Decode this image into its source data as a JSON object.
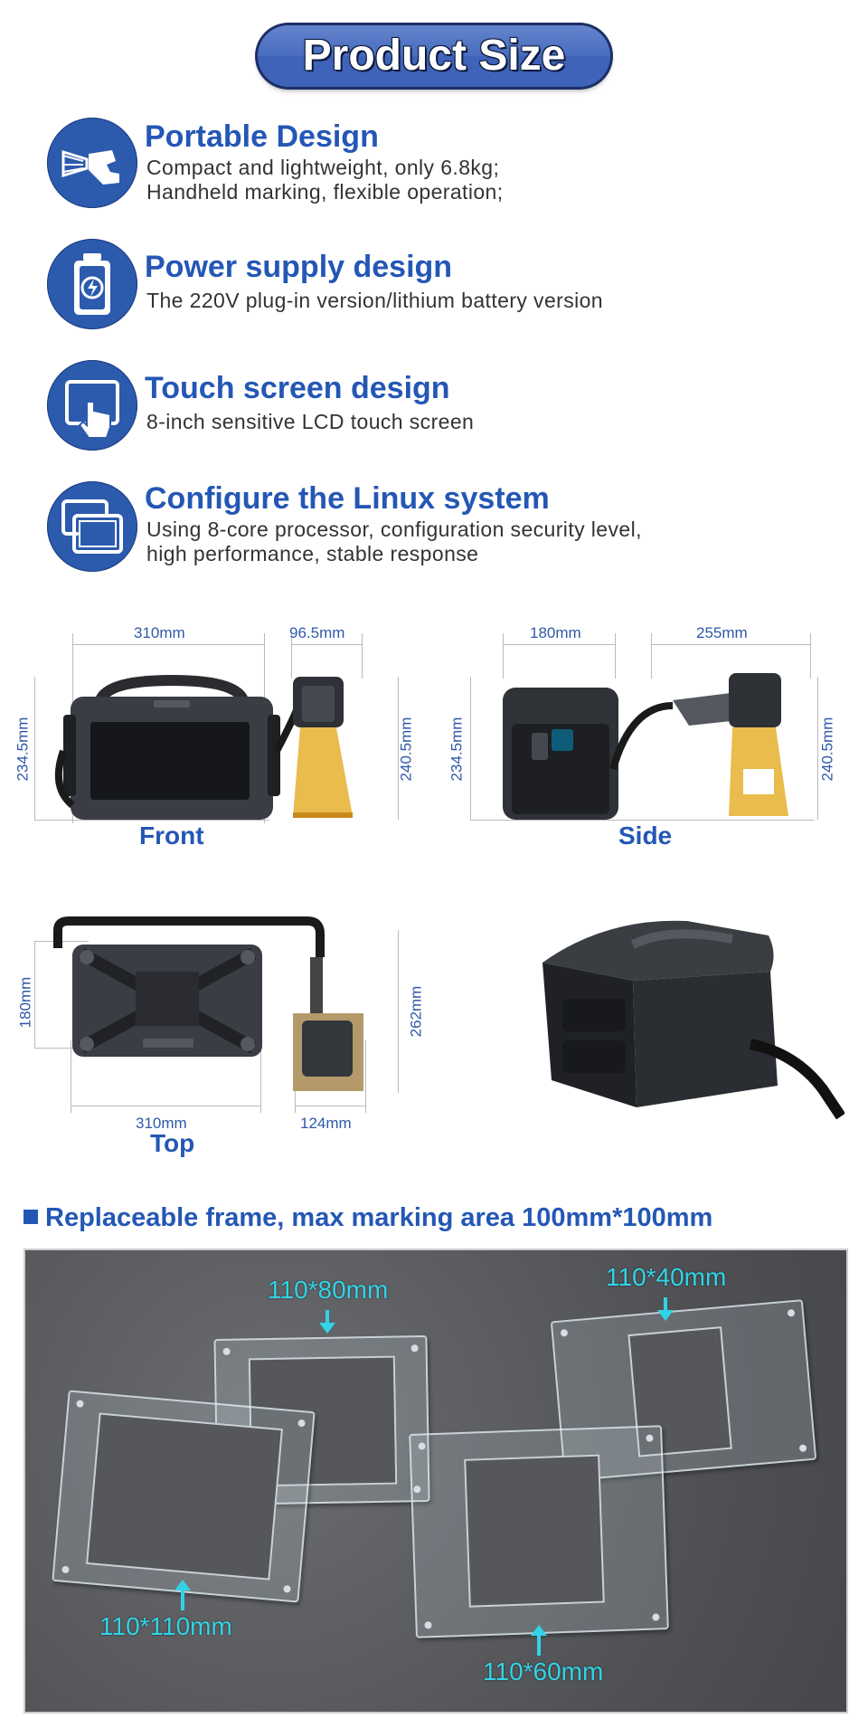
{
  "header": {
    "title": "Product Size"
  },
  "features": [
    {
      "icon": "handheld-marking-icon",
      "title": "Portable Design",
      "lines": [
        "Compact and lightweight, only 6.8kg;",
        "Handheld marking, flexible operation;"
      ]
    },
    {
      "icon": "battery-charge-icon",
      "title": "Power supply design",
      "lines": [
        "The 220V plug-in version/lithium battery version"
      ]
    },
    {
      "icon": "touch-screen-icon",
      "title": "Touch screen design",
      "lines": [
        "8-inch sensitive LCD touch screen"
      ]
    },
    {
      "icon": "tablet-system-icon",
      "title": "Configure the Linux system",
      "lines": [
        "Using 8-core processor, configuration security level,",
        "high performance, stable response"
      ]
    }
  ],
  "views": {
    "front": {
      "label": "Front",
      "width": "310mm",
      "gun_width": "96.5mm",
      "height": "234.5mm",
      "gun_height": "240.5mm"
    },
    "side": {
      "label": "Side",
      "width": "180mm",
      "gun_width": "255mm",
      "height": "234.5mm",
      "gun_height": "240.5mm"
    },
    "top": {
      "label": "Top",
      "width": "310mm",
      "gun_width": "124mm",
      "height": "180mm",
      "gun_height": "262mm"
    }
  },
  "frames_section": {
    "title": "Replaceable frame, max marking area 100mm*100mm",
    "frames": [
      "110*80mm",
      "110*40mm",
      "110*110mm",
      "110*60mm"
    ]
  },
  "colors": {
    "accent": "#2457b5",
    "frame_label": "#31d4e6"
  }
}
